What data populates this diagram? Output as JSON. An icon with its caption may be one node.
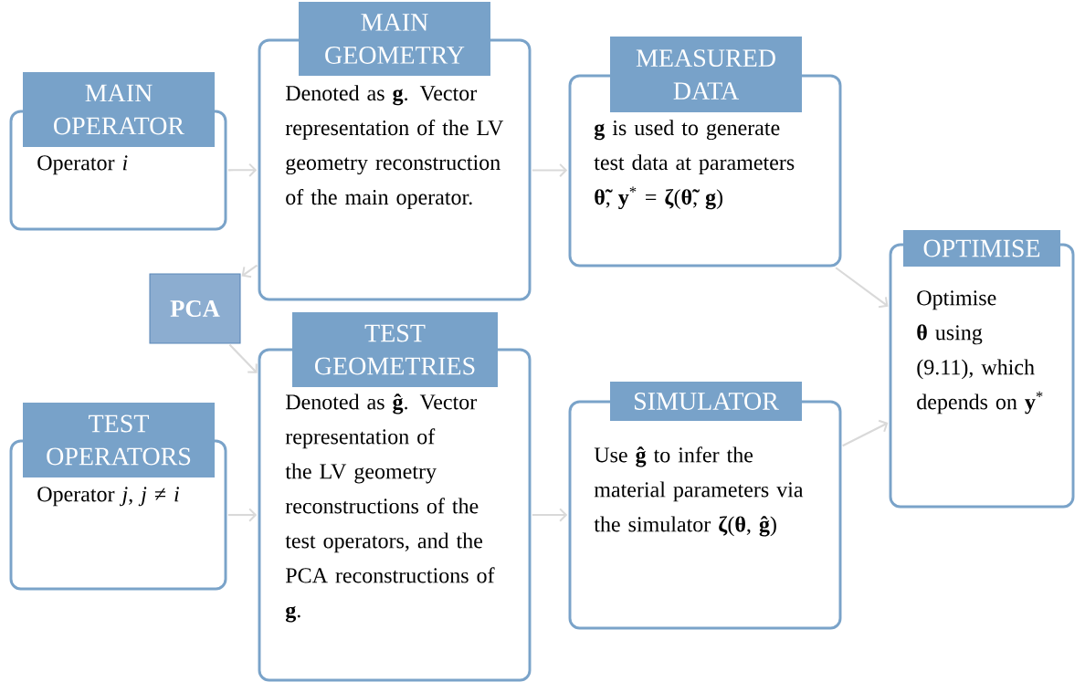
{
  "diagram": {
    "nodes": [
      {
        "text": [
          "MAIN OPERATOR",
          "Operator *i*"
        ]
      },
      {
        "text": [
          "MAIN GEOMETRY",
          "Denoted as **g**. Vector representation of the LV geometry reconstruction of the main operator."
        ]
      },
      {
        "text": [
          "MEASURED DATA",
          "**g** is used to generate test data at parameters **θ̃**, **y**$^{*}$ = **ζ**(**θ̃**, **g**)"
        ]
      },
      {
        "text": [
          "OPTIMISE",
          "Optimise **θ** using (9.11), which depends on **y**$^{*}$"
        ]
      },
      {
        "text": [
          "PCA"
        ]
      },
      {
        "text": [
          "TEST OPERATORS",
          "Operator *j*, *j* ≠ *i*"
        ]
      },
      {
        "text": [
          "TEST GEOMETRIES",
          "Denoted as **ĝ**. Vector representation of the LV geometry reconstructions of the test operators, and the PCA reconstructions of **g**."
        ]
      },
      {
        "text": [
          "SIMULATOR",
          "Use **ĝ** to infer the material parameters via the simulator **ζ**(**θ**, **ĝ**)"
        ]
      }
    ],
    "edges": [
      {
        "from": 0,
        "to": 1,
        "arrow": "to"
      },
      {
        "from": 1,
        "to": 2,
        "arrow": "to"
      },
      {
        "from": 2,
        "to": 3,
        "arrow": "to"
      },
      {
        "from": 1,
        "to": 4,
        "arrow": "to"
      },
      {
        "from": 4,
        "to": 6,
        "arrow": "to"
      },
      {
        "from": 5,
        "to": 6,
        "arrow": "to"
      },
      {
        "from": 6,
        "to": 7,
        "arrow": "to"
      },
      {
        "from": 7,
        "to": 3,
        "arrow": "to"
      }
    ]
  }
}
